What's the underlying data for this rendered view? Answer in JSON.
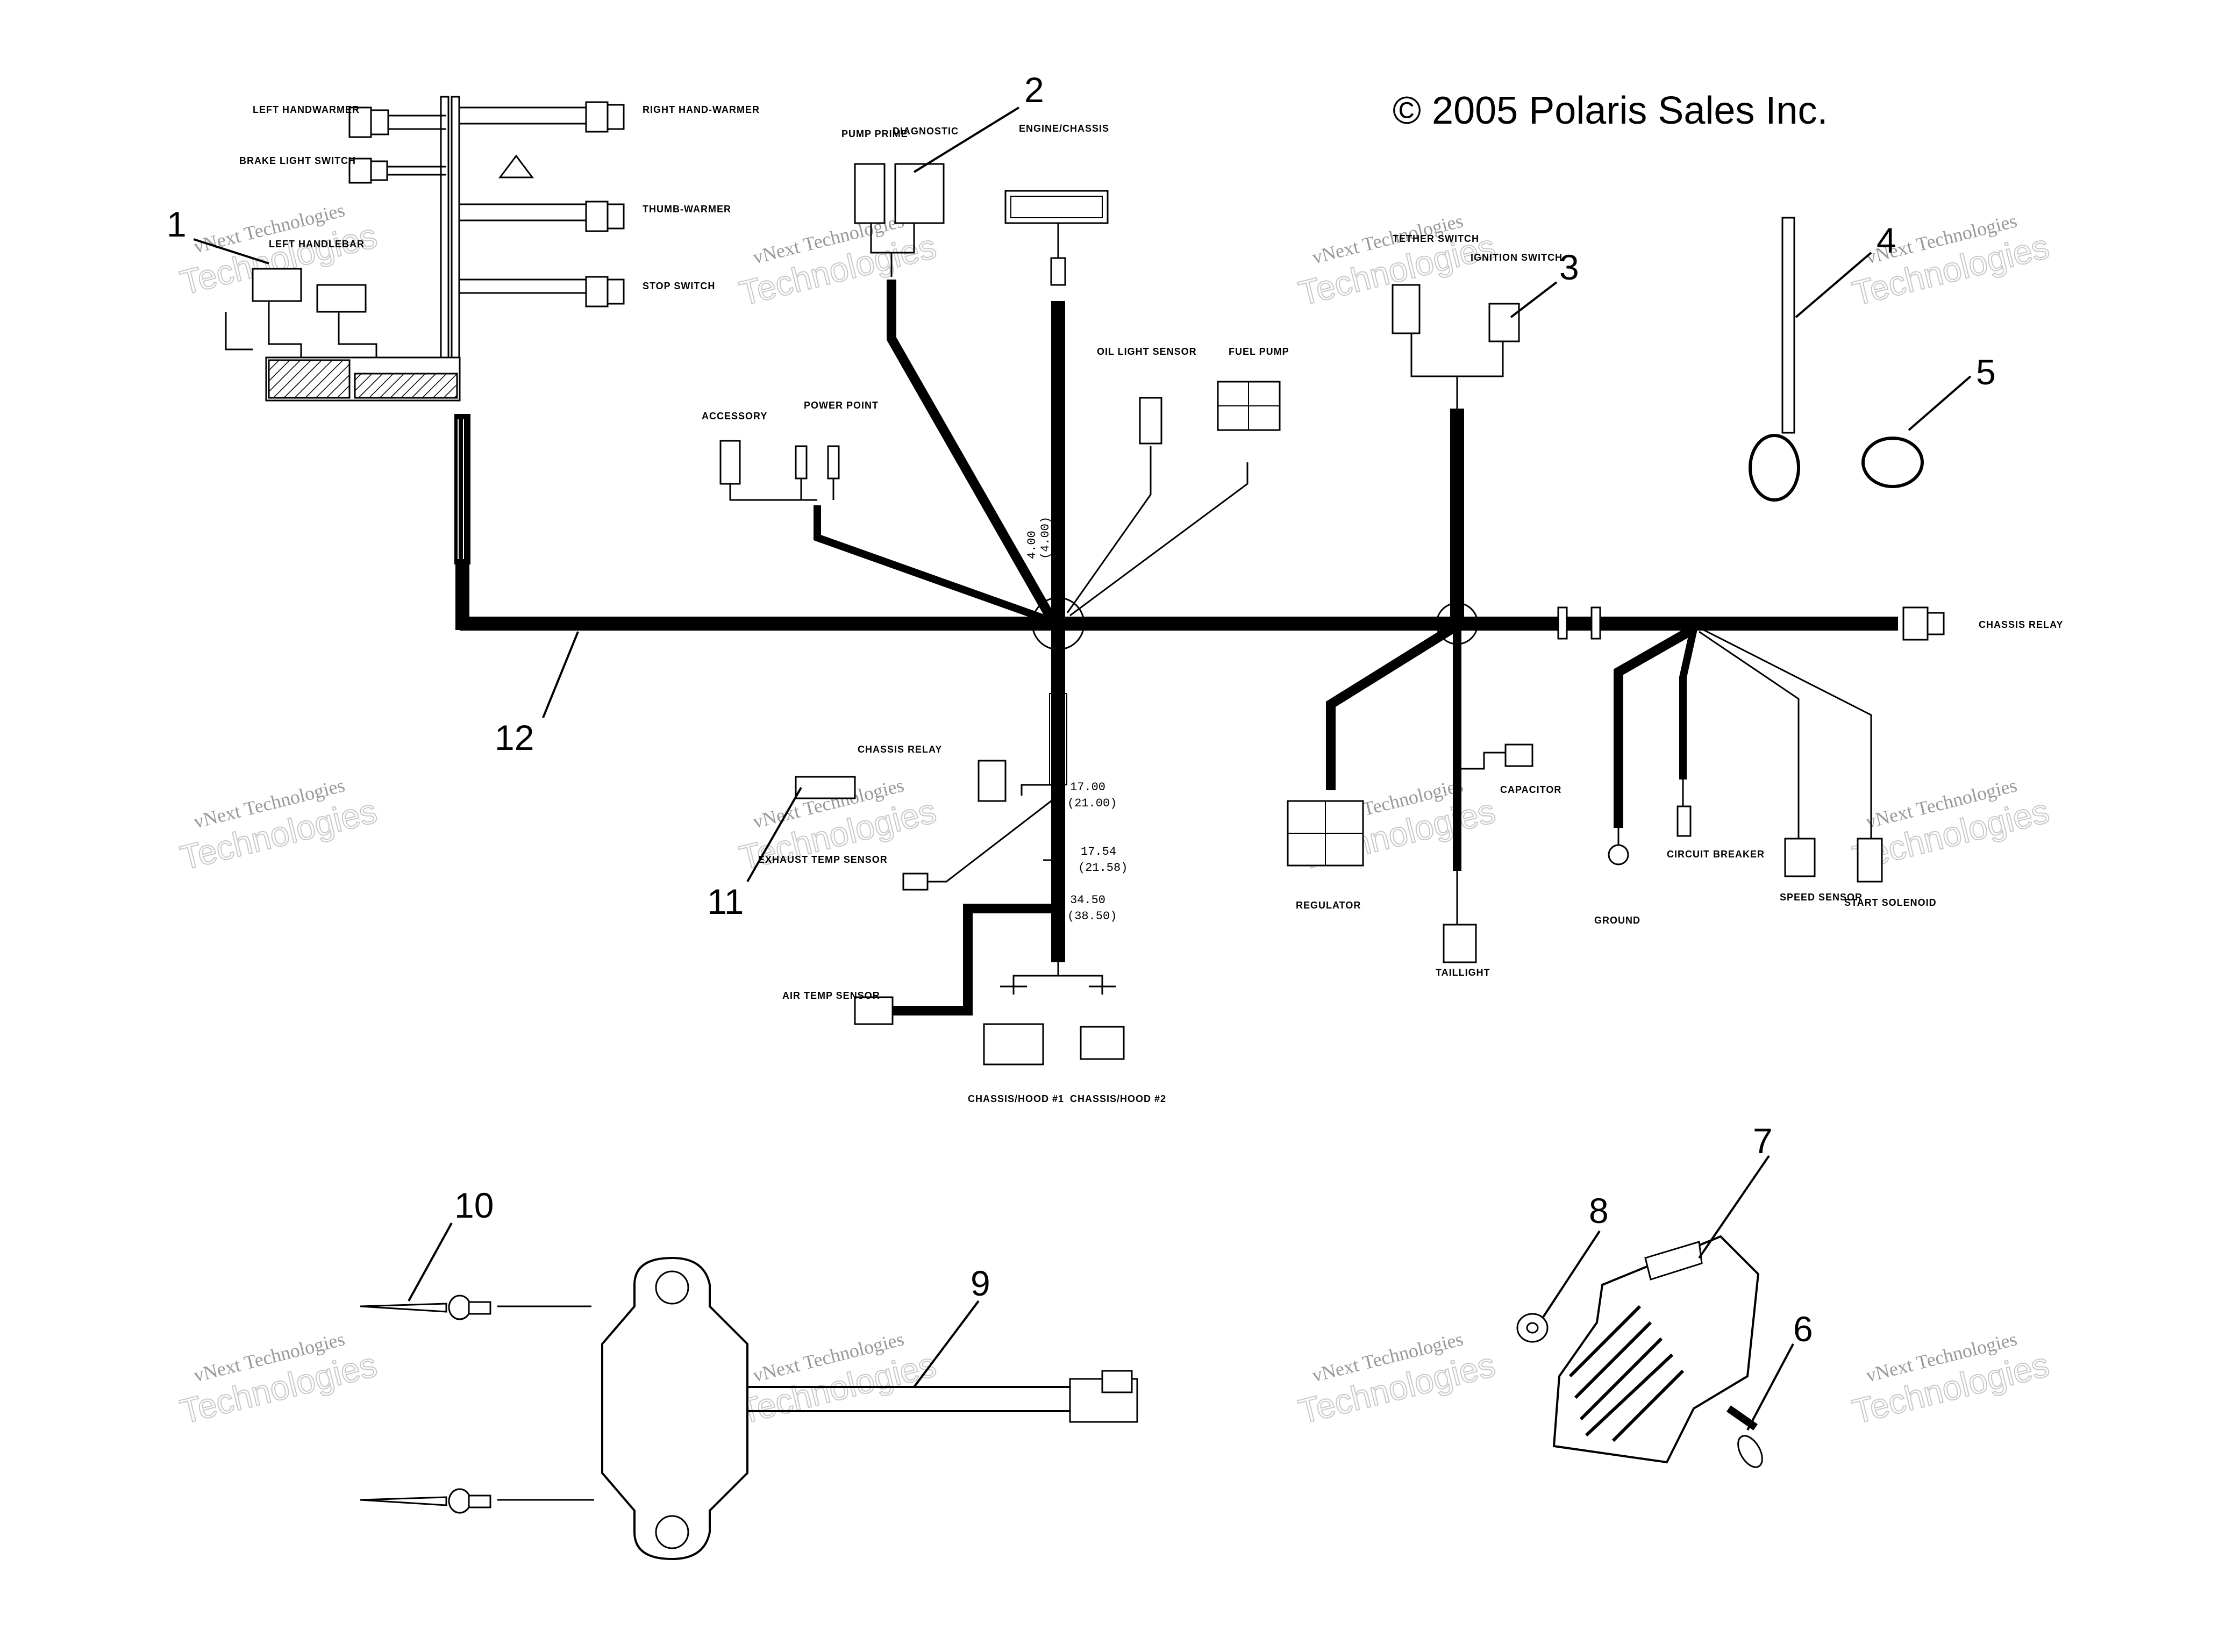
{
  "copyright": "© 2005 Polaris Sales Inc.",
  "watermark": {
    "line1": "vNext Technologies",
    "line2": "Technologies"
  },
  "callouts": [
    "1",
    "2",
    "3",
    "4",
    "5",
    "6",
    "7",
    "8",
    "9",
    "10",
    "11",
    "12"
  ],
  "connector_labels": {
    "left_handwarmer": "LEFT HANDWARMER",
    "brake_light_switch": "BRAKE LIGHT SWITCH",
    "right_handwarmer": "RIGHT HAND-WARMER",
    "thumb_warmer": "THUMB-WARMER",
    "stop_switch": "STOP SWITCH",
    "left_handlebar": "LEFT HANDLEBAR",
    "pump_prime": "PUMP PRIME",
    "diagnostic": "DIAGNOSTIC",
    "engine_chassis": "ENGINE/CHASSIS",
    "accessory": "ACCESSORY",
    "power_point": "POWER POINT",
    "oil_light_sensor": "OIL LIGHT SENSOR",
    "fuel_pump": "FUEL PUMP",
    "tether_switch": "TETHER SWITCH",
    "ignition_switch": "IGNITION SWITCH",
    "chassis_relay_right": "CHASSIS RELAY",
    "chassis_relay_left": "CHASSIS RELAY",
    "exhaust_temp_sensor": "EXHAUST TEMP SENSOR",
    "air_temp_sensor": "AIR TEMP SENSOR",
    "chassis_hood_1": "CHASSIS/HOOD #1",
    "chassis_hood_2": "CHASSIS/HOOD #2",
    "regulator": "REGULATOR",
    "capacitor": "CAPACITOR",
    "taillight": "TAILLIGHT",
    "ground": "GROUND",
    "circuit_breaker": "CIRCUIT BREAKER",
    "speed_sensor": "SPEED SENSOR",
    "start_solenoid": "START SOLENOID"
  },
  "dimensions": {
    "d1a": "4.00",
    "d1b": "(4.00)",
    "d2a": "17.00",
    "d2b": "(21.00)",
    "d3a": "17.54",
    "d3b": "(21.58)",
    "d4a": "34.50",
    "d4b": "(38.50)"
  }
}
